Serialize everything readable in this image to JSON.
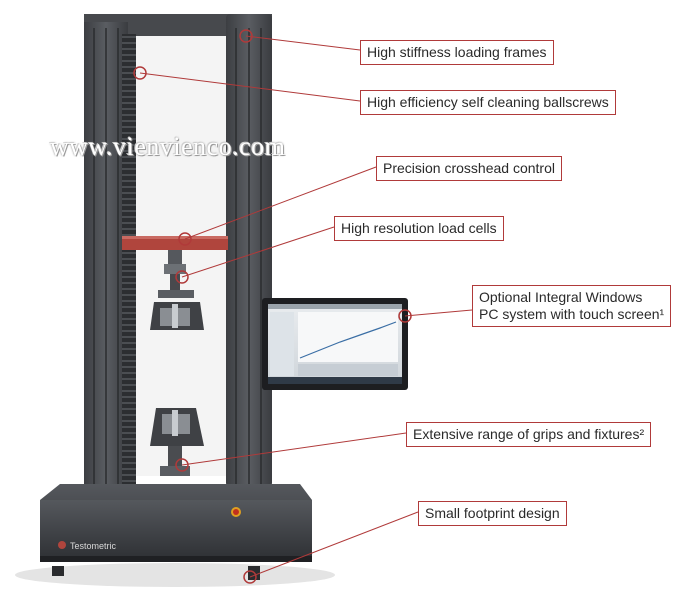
{
  "watermark": "www.vienvienco.com",
  "brand_logo_text": "Testometric",
  "colors": {
    "callout_border": "#b03a3a",
    "leader_line": "#b03a3a",
    "frame": "#4a4c50",
    "crosshead": "#b0453d",
    "base": "#3e4044"
  },
  "callouts": [
    {
      "id": "loading-frames",
      "lines": [
        "High stiffness loading frames"
      ]
    },
    {
      "id": "ballscrews",
      "lines": [
        "High efficiency self cleaning ballscrews"
      ]
    },
    {
      "id": "crosshead",
      "lines": [
        "Precision crosshead control"
      ]
    },
    {
      "id": "load-cells",
      "lines": [
        "High resolution load cells"
      ]
    },
    {
      "id": "pc-system",
      "lines": [
        "Optional Integral Windows",
        "PC system with touch screen¹"
      ]
    },
    {
      "id": "grips",
      "lines": [
        "Extensive range of grips and fixtures²"
      ]
    },
    {
      "id": "footprint",
      "lines": [
        "Small footprint design"
      ]
    }
  ]
}
